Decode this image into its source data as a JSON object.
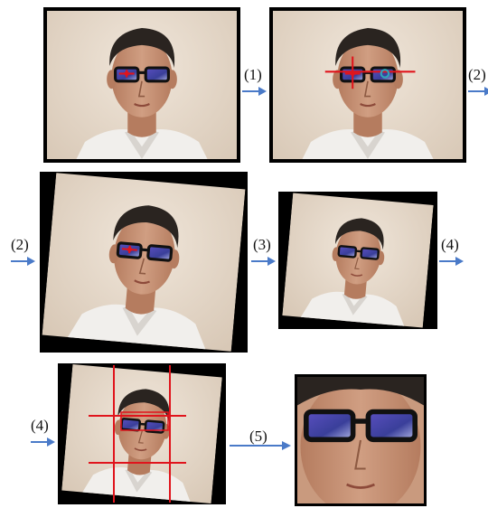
{
  "steps": {
    "s1": "(1)",
    "s2": "(2)",
    "s3": "(3)",
    "s4": "(4)",
    "s5": "(5)"
  },
  "colors": {
    "arrow": "#4a7ac8",
    "marker": "#e0141c",
    "frame": "#000000",
    "skin": "#c89478",
    "hair": "#2a2420",
    "shirt": "#f1efec",
    "background": "#ece2d6",
    "lens": "#3a3f9a",
    "eye_marker": "#2fa7b8"
  },
  "icons": {
    "arrow": "right-arrow-icon"
  }
}
